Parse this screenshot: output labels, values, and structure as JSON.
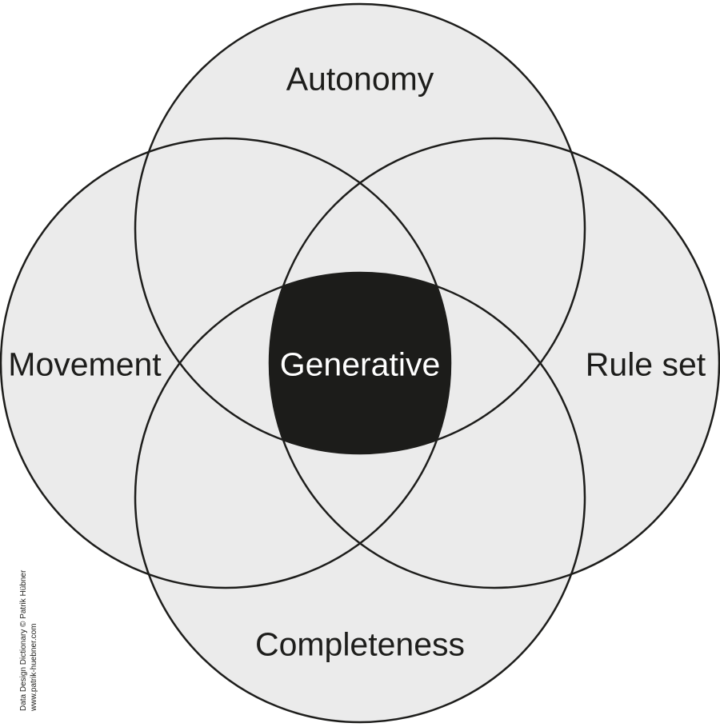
{
  "diagram": {
    "type": "venn-4",
    "center": {
      "label": "Generative"
    },
    "circles": [
      {
        "id": "autonomy",
        "label": "Autonomy",
        "position": "top"
      },
      {
        "id": "movement",
        "label": "Movement",
        "position": "left"
      },
      {
        "id": "rule-set",
        "label": "Rule set",
        "position": "right"
      },
      {
        "id": "completeness",
        "label": "Completeness",
        "position": "bottom"
      }
    ],
    "colors": {
      "background": "#ffffff",
      "circle_fill": "#ebebeb",
      "outline": "#1d1d1b",
      "center_fill": "#1c1c1a",
      "center_text": "#ffffff"
    }
  },
  "attribution": {
    "line1": "Data Design Dictionary © Patrik Hübner",
    "line2": "www.patrik-huebner.com"
  }
}
